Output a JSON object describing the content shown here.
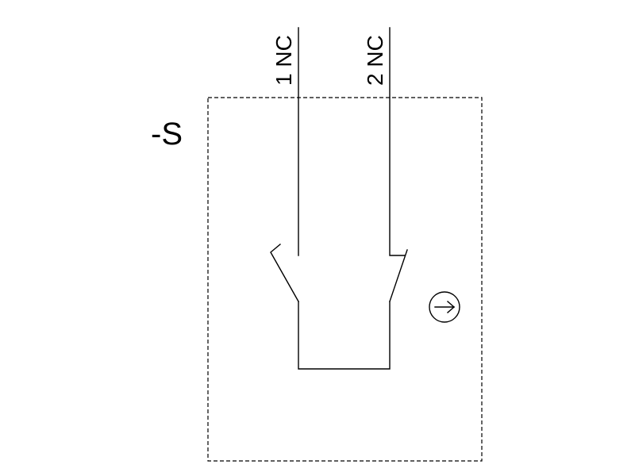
{
  "diagram": {
    "device_label": "-S",
    "terminals": [
      {
        "label": "1 NC"
      },
      {
        "label": "2 NC"
      }
    ],
    "actuator_symbol": "arrow-right-circle-icon",
    "colors": {
      "line": "#000000",
      "background": "#ffffff"
    }
  }
}
